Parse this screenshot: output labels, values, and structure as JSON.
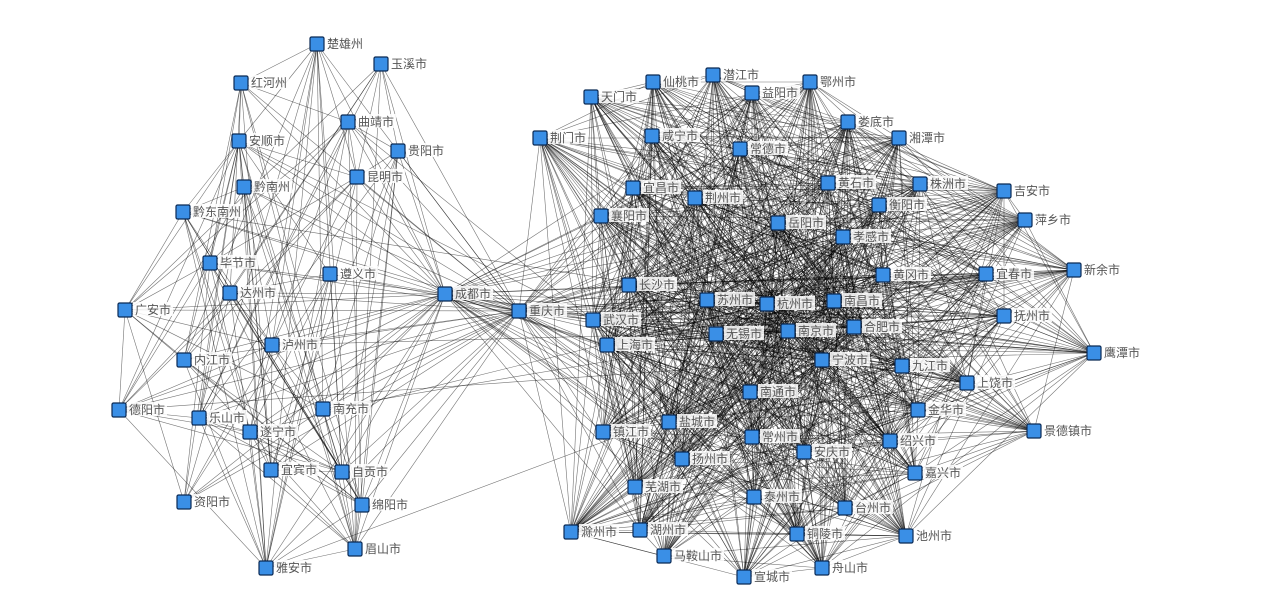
{
  "colors": {
    "node_fill": "#3a8fe6",
    "node_border": "#0b2a55",
    "edge": "#000000",
    "label": "#555555"
  },
  "nodes": [
    {
      "id": "楚雄州",
      "label": "楚雄州"
    },
    {
      "id": "玉溪市",
      "label": "玉溪市"
    },
    {
      "id": "红河州",
      "label": "红河州"
    },
    {
      "id": "曲靖市",
      "label": "曲靖市"
    },
    {
      "id": "安顺市",
      "label": "安顺市"
    },
    {
      "id": "贵阳市",
      "label": "贵阳市"
    },
    {
      "id": "昆明市",
      "label": "昆明市"
    },
    {
      "id": "黔南州",
      "label": "黔南州"
    },
    {
      "id": "黔东南州",
      "label": "黔东南州"
    },
    {
      "id": "毕节市",
      "label": "毕节市"
    },
    {
      "id": "遵义市",
      "label": "遵义市"
    },
    {
      "id": "达州市",
      "label": "达州市"
    },
    {
      "id": "广安市",
      "label": "广安市"
    },
    {
      "id": "泸州市",
      "label": "泸州市"
    },
    {
      "id": "内江市",
      "label": "内江市"
    },
    {
      "id": "德阳市",
      "label": "德阳市"
    },
    {
      "id": "乐山市",
      "label": "乐山市"
    },
    {
      "id": "遂宁市",
      "label": "遂宁市"
    },
    {
      "id": "南充市",
      "label": "南充市"
    },
    {
      "id": "宜宾市",
      "label": "宜宾市"
    },
    {
      "id": "自贡市",
      "label": "自贡市"
    },
    {
      "id": "资阳市",
      "label": "资阳市"
    },
    {
      "id": "绵阳市",
      "label": "绵阳市"
    },
    {
      "id": "眉山市",
      "label": "眉山市"
    },
    {
      "id": "雅安市",
      "label": "雅安市"
    },
    {
      "id": "成都市",
      "label": "成都市"
    },
    {
      "id": "重庆市",
      "label": "重庆市"
    },
    {
      "id": "荆门市",
      "label": "荆门市"
    },
    {
      "id": "天门市",
      "label": "天门市"
    },
    {
      "id": "仙桃市",
      "label": "仙桃市"
    },
    {
      "id": "潜江市",
      "label": "潜江市"
    },
    {
      "id": "益阳市",
      "label": "益阳市"
    },
    {
      "id": "鄂州市",
      "label": "鄂州市"
    },
    {
      "id": "娄底市",
      "label": "娄底市"
    },
    {
      "id": "湘潭市",
      "label": "湘潭市"
    },
    {
      "id": "咸宁市",
      "label": "咸宁市"
    },
    {
      "id": "常德市",
      "label": "常德市"
    },
    {
      "id": "宜昌市",
      "label": "宜昌市"
    },
    {
      "id": "荆州市",
      "label": "荆州市"
    },
    {
      "id": "黄石市",
      "label": "黄石市"
    },
    {
      "id": "株洲市",
      "label": "株洲市"
    },
    {
      "id": "吉安市",
      "label": "吉安市"
    },
    {
      "id": "襄阳市",
      "label": "襄阳市"
    },
    {
      "id": "岳阳市",
      "label": "岳阳市"
    },
    {
      "id": "衡阳市",
      "label": "衡阳市"
    },
    {
      "id": "萍乡市",
      "label": "萍乡市"
    },
    {
      "id": "孝感市",
      "label": "孝感市"
    },
    {
      "id": "长沙市",
      "label": "长沙市"
    },
    {
      "id": "黄冈市",
      "label": "黄冈市"
    },
    {
      "id": "宜春市",
      "label": "宜春市"
    },
    {
      "id": "新余市",
      "label": "新余市"
    },
    {
      "id": "苏州市",
      "label": "苏州市"
    },
    {
      "id": "杭州市",
      "label": "杭州市"
    },
    {
      "id": "南昌市",
      "label": "南昌市"
    },
    {
      "id": "武汉市",
      "label": "武汉市"
    },
    {
      "id": "抚州市",
      "label": "抚州市"
    },
    {
      "id": "无锡市",
      "label": "无锡市"
    },
    {
      "id": "南京市",
      "label": "南京市"
    },
    {
      "id": "合肥市",
      "label": "合肥市"
    },
    {
      "id": "上海市",
      "label": "上海市"
    },
    {
      "id": "鹰潭市",
      "label": "鹰潭市"
    },
    {
      "id": "宁波市",
      "label": "宁波市"
    },
    {
      "id": "九江市",
      "label": "九江市"
    },
    {
      "id": "上饶市",
      "label": "上饶市"
    },
    {
      "id": "南通市",
      "label": "南通市"
    },
    {
      "id": "金华市",
      "label": "金华市"
    },
    {
      "id": "盐城市",
      "label": "盐城市"
    },
    {
      "id": "镇江市",
      "label": "镇江市"
    },
    {
      "id": "常州市",
      "label": "常州市"
    },
    {
      "id": "绍兴市",
      "label": "绍兴市"
    },
    {
      "id": "景德镇市",
      "label": "景德镇市"
    },
    {
      "id": "扬州市",
      "label": "扬州市"
    },
    {
      "id": "安庆市",
      "label": "安庆市"
    },
    {
      "id": "嘉兴市",
      "label": "嘉兴市"
    },
    {
      "id": "芜湖市",
      "label": "芜湖市"
    },
    {
      "id": "泰州市",
      "label": "泰州市"
    },
    {
      "id": "台州市",
      "label": "台州市"
    },
    {
      "id": "滁州市",
      "label": "滁州市"
    },
    {
      "id": "湖州市",
      "label": "湖州市"
    },
    {
      "id": "铜陵市",
      "label": "铜陵市"
    },
    {
      "id": "池州市",
      "label": "池州市"
    },
    {
      "id": "马鞍山市",
      "label": "马鞍山市"
    },
    {
      "id": "舟山市",
      "label": "舟山市"
    },
    {
      "id": "宣城市",
      "label": "宣城市"
    }
  ]
}
